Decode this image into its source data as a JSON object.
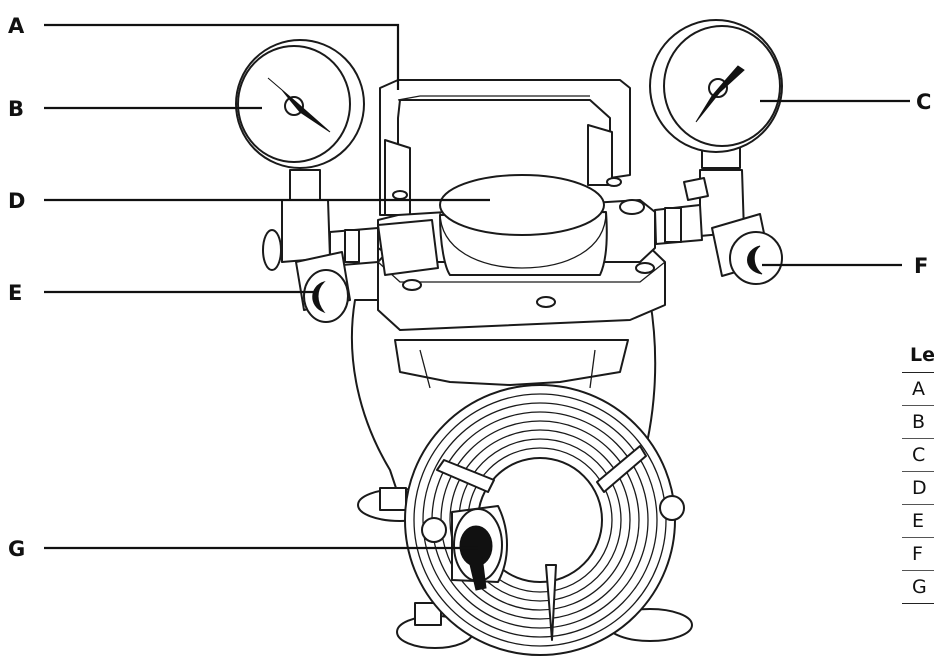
{
  "callouts": [
    {
      "id": "A",
      "label": "A"
    },
    {
      "id": "B",
      "label": "B"
    },
    {
      "id": "C",
      "label": "C"
    },
    {
      "id": "D",
      "label": "D"
    },
    {
      "id": "E",
      "label": "E"
    },
    {
      "id": "F",
      "label": "F"
    },
    {
      "id": "G",
      "label": "G"
    }
  ],
  "legend": {
    "header": "Le",
    "rows": [
      "A",
      "B",
      "C",
      "D",
      "E",
      "F",
      "G"
    ]
  }
}
